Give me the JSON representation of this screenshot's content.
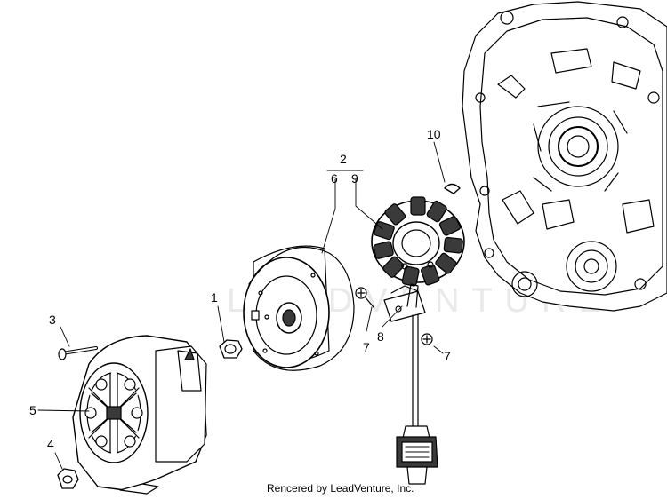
{
  "diagram": {
    "callouts": {
      "c1": "1",
      "c2": "2",
      "c3": "3",
      "c4": "4",
      "c5": "5",
      "c6": "6",
      "c7a": "7",
      "c7b": "7",
      "c8": "8",
      "c9": "9",
      "c10": "10"
    },
    "credit": "Rencered by LeadVenture, Inc.",
    "watermark": "LEADVENTURE",
    "colors": {
      "line": "#000000",
      "part_fill": "#ffffff",
      "dark": "#3a3a3a",
      "watermark": "#e9e9e9"
    }
  }
}
